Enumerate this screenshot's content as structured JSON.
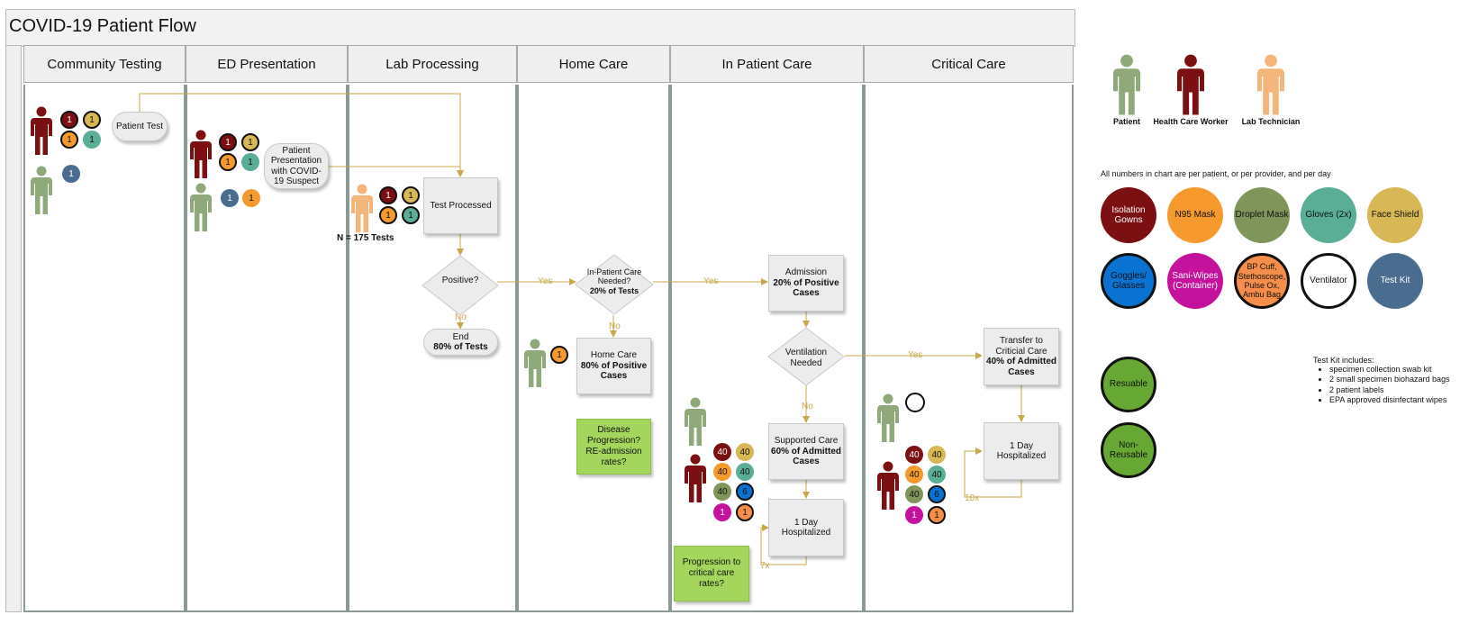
{
  "title": "COVID-19 Patient Flow",
  "lanes": [
    "Community Testing",
    "ED Presentation",
    "Lab Processing",
    "Home Care",
    "In Patient Care",
    "Critical Care"
  ],
  "colors": {
    "patient": "#8fa97a",
    "health_care_worker": "#7b0f12",
    "lab_technician": "#f3b57a",
    "isolation_gowns": "#7b0f12",
    "n95_mask": "#f79a2e",
    "droplet_mask": "#7f955a",
    "gloves": "#5aae95",
    "face_shield": "#d7b756",
    "goggles": "#0a73d1",
    "sani_wipes": "#c4129c",
    "bp_cuff": "#f58e4b",
    "ventilator": "#ffffff",
    "test_kit": "#4a6d8f",
    "reusable": "#66a833",
    "connector": "#c8a84a"
  },
  "nodes": {
    "patient_test": "Patient Test",
    "patient_presentation": "Patient Presentation with COVID-19 Suspect",
    "test_processed": "Test Processed",
    "n_tests": "N = 175 Tests",
    "positive": "Positive?",
    "end_label": "End",
    "end_pct": "80% of Tests",
    "inpatient_needed": "In-Patient Care Needed?",
    "inpatient_pct": "20% of Tests",
    "home_care": "Home Care",
    "home_care_pct": "80% of Positive Cases",
    "admission": "Admission",
    "admission_pct": "20% of Positive Cases",
    "ventilation": "Ventilation Needed",
    "supported_care": "Supported Care",
    "supported_care_pct": "60% of Admitted Cases",
    "one_day_1": "1 Day Hospitalized",
    "transfer": "Transfer to Criticial Care",
    "transfer_pct": "40% of Admitted Cases",
    "one_day_2": "1 Day Hospitalized",
    "disease_progression": "Disease Progression? RE-admission rates?",
    "progression_critical": "Progression to critical care rates?"
  },
  "edge_labels": {
    "yes": "Yes",
    "no": "No",
    "x7": "7x",
    "x10": "10x"
  },
  "counts": {
    "ct_hcw": [
      "1",
      "1",
      "1",
      "1"
    ],
    "ct_patient": [
      "1"
    ],
    "ed_hcw": [
      "1",
      "1",
      "1",
      "1"
    ],
    "ed_patient": [
      "1",
      "1"
    ],
    "lab": [
      "1",
      "1",
      "1",
      "1"
    ],
    "home": [
      "1"
    ],
    "ip": [
      "40",
      "40",
      "40",
      "40",
      "40",
      "6",
      "1",
      "1"
    ],
    "cc": [
      "40",
      "40",
      "40",
      "40",
      "40",
      "6",
      "1",
      "1"
    ]
  },
  "legend": {
    "people": [
      "Patient",
      "Health Care Worker",
      "Lab Technician"
    ],
    "note": "All numbers in chart are per patient, or per provider, and per day",
    "items": [
      "Isolation Gowns",
      "N95 Mask",
      "Droplet Mask",
      "Gloves (2x)",
      "Face Shield",
      "Goggles/ Glasses",
      "Sani-Wipes (Container)",
      "BP Cuff, Stethoscope, Pulse Ox, Ambu Bag",
      "Ventilator",
      "Test Kit"
    ],
    "reusable": "Resuable",
    "non_reusable": "Non-Reusable",
    "test_kit_title": "Test Kit includes:",
    "test_kit_items": [
      "specimen collection swab kit",
      "2 small specimen biohazard bags",
      "2 patient labels",
      "EPA approved disinfectant wipes"
    ]
  }
}
